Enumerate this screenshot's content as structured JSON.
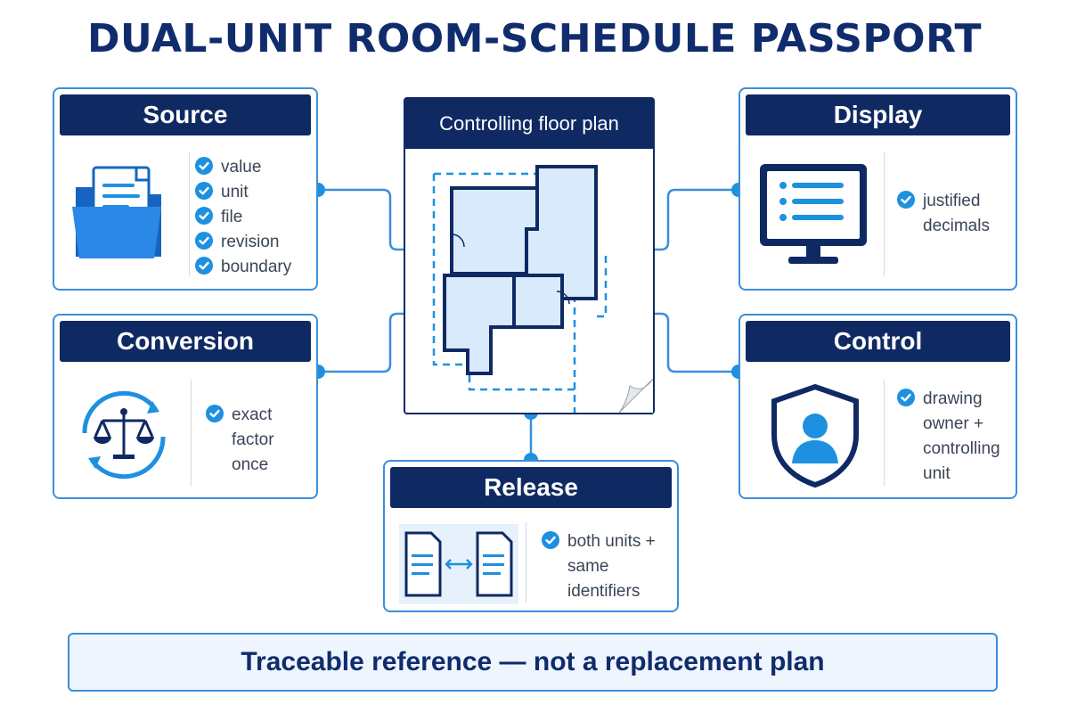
{
  "title": "DUAL-UNIT ROOM-SCHEDULE PASSPORT",
  "center": {
    "label": "Controlling floor plan"
  },
  "cards": {
    "source": {
      "title": "Source",
      "items": [
        "value",
        "unit",
        "file",
        "revision",
        "boundary"
      ],
      "icon": "folder-documents-icon"
    },
    "conversion": {
      "title": "Conversion",
      "items": [
        "exact\nfactor\nonce"
      ],
      "icon": "balance-scale-icon"
    },
    "display": {
      "title": "Display",
      "items": [
        "justified\ndecimals"
      ],
      "icon": "monitor-list-icon"
    },
    "control": {
      "title": "Control",
      "items": [
        "drawing\nowner +\ncontrolling\nunit"
      ],
      "icon": "shield-user-icon"
    },
    "release": {
      "title": "Release",
      "items": [
        "both units +\nsame\nidentifiers"
      ],
      "icon": "document-exchange-icon"
    }
  },
  "footer": "Traceable reference — not a replacement plan",
  "colors": {
    "navy": "#0f2a63",
    "accent": "#3b8fd9",
    "check": "#1e90e0",
    "light": "#d8eafb"
  }
}
